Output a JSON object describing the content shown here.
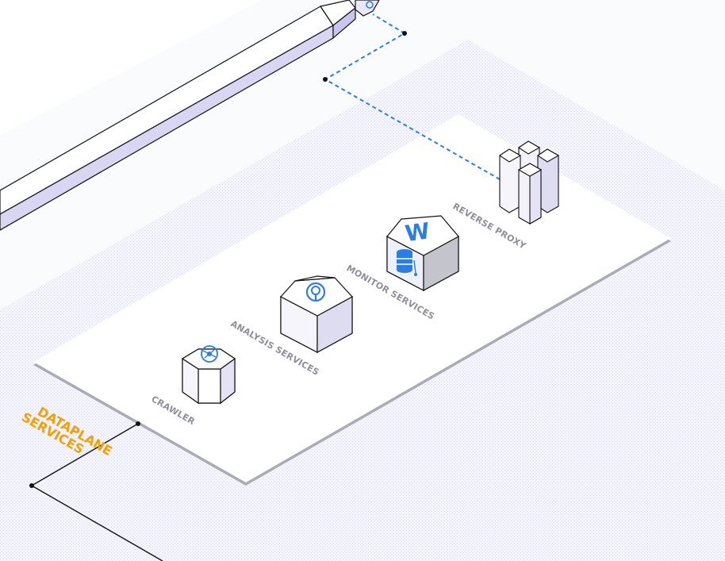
{
  "colors": {
    "zone_text": "#f5a000",
    "connector_dashed": "#2a7de1",
    "connector_solid": "#111111",
    "icon_blue": "#2a7de1",
    "platform": "#ffffff",
    "platform_edge": "#a9acb6",
    "region_fill": "#eceef7",
    "service_top": "#ffffff",
    "service_side_light": "#f3f2fb",
    "service_side_dark": "#dddcf0",
    "rail_side": "#d9d6f3"
  },
  "zone": {
    "line1": "DATAPLANE",
    "line2": "SERVICES"
  },
  "services": [
    {
      "label": "CRAWLER",
      "icon": "network-hub-icon",
      "shape": "octagonal-cylinder"
    },
    {
      "label": "ANALYSIS SERVICES",
      "icon": "analysis-search-icon",
      "shape": "beveled-cube"
    },
    {
      "label": "MONITOR SERVICES",
      "icon": "database-monitor-icon",
      "shape": "beveled-cube",
      "top_glyph": "W"
    },
    {
      "label": "REVERSE PROXY",
      "icon": "cluster-columns-icon",
      "shape": "column-cluster"
    }
  ]
}
